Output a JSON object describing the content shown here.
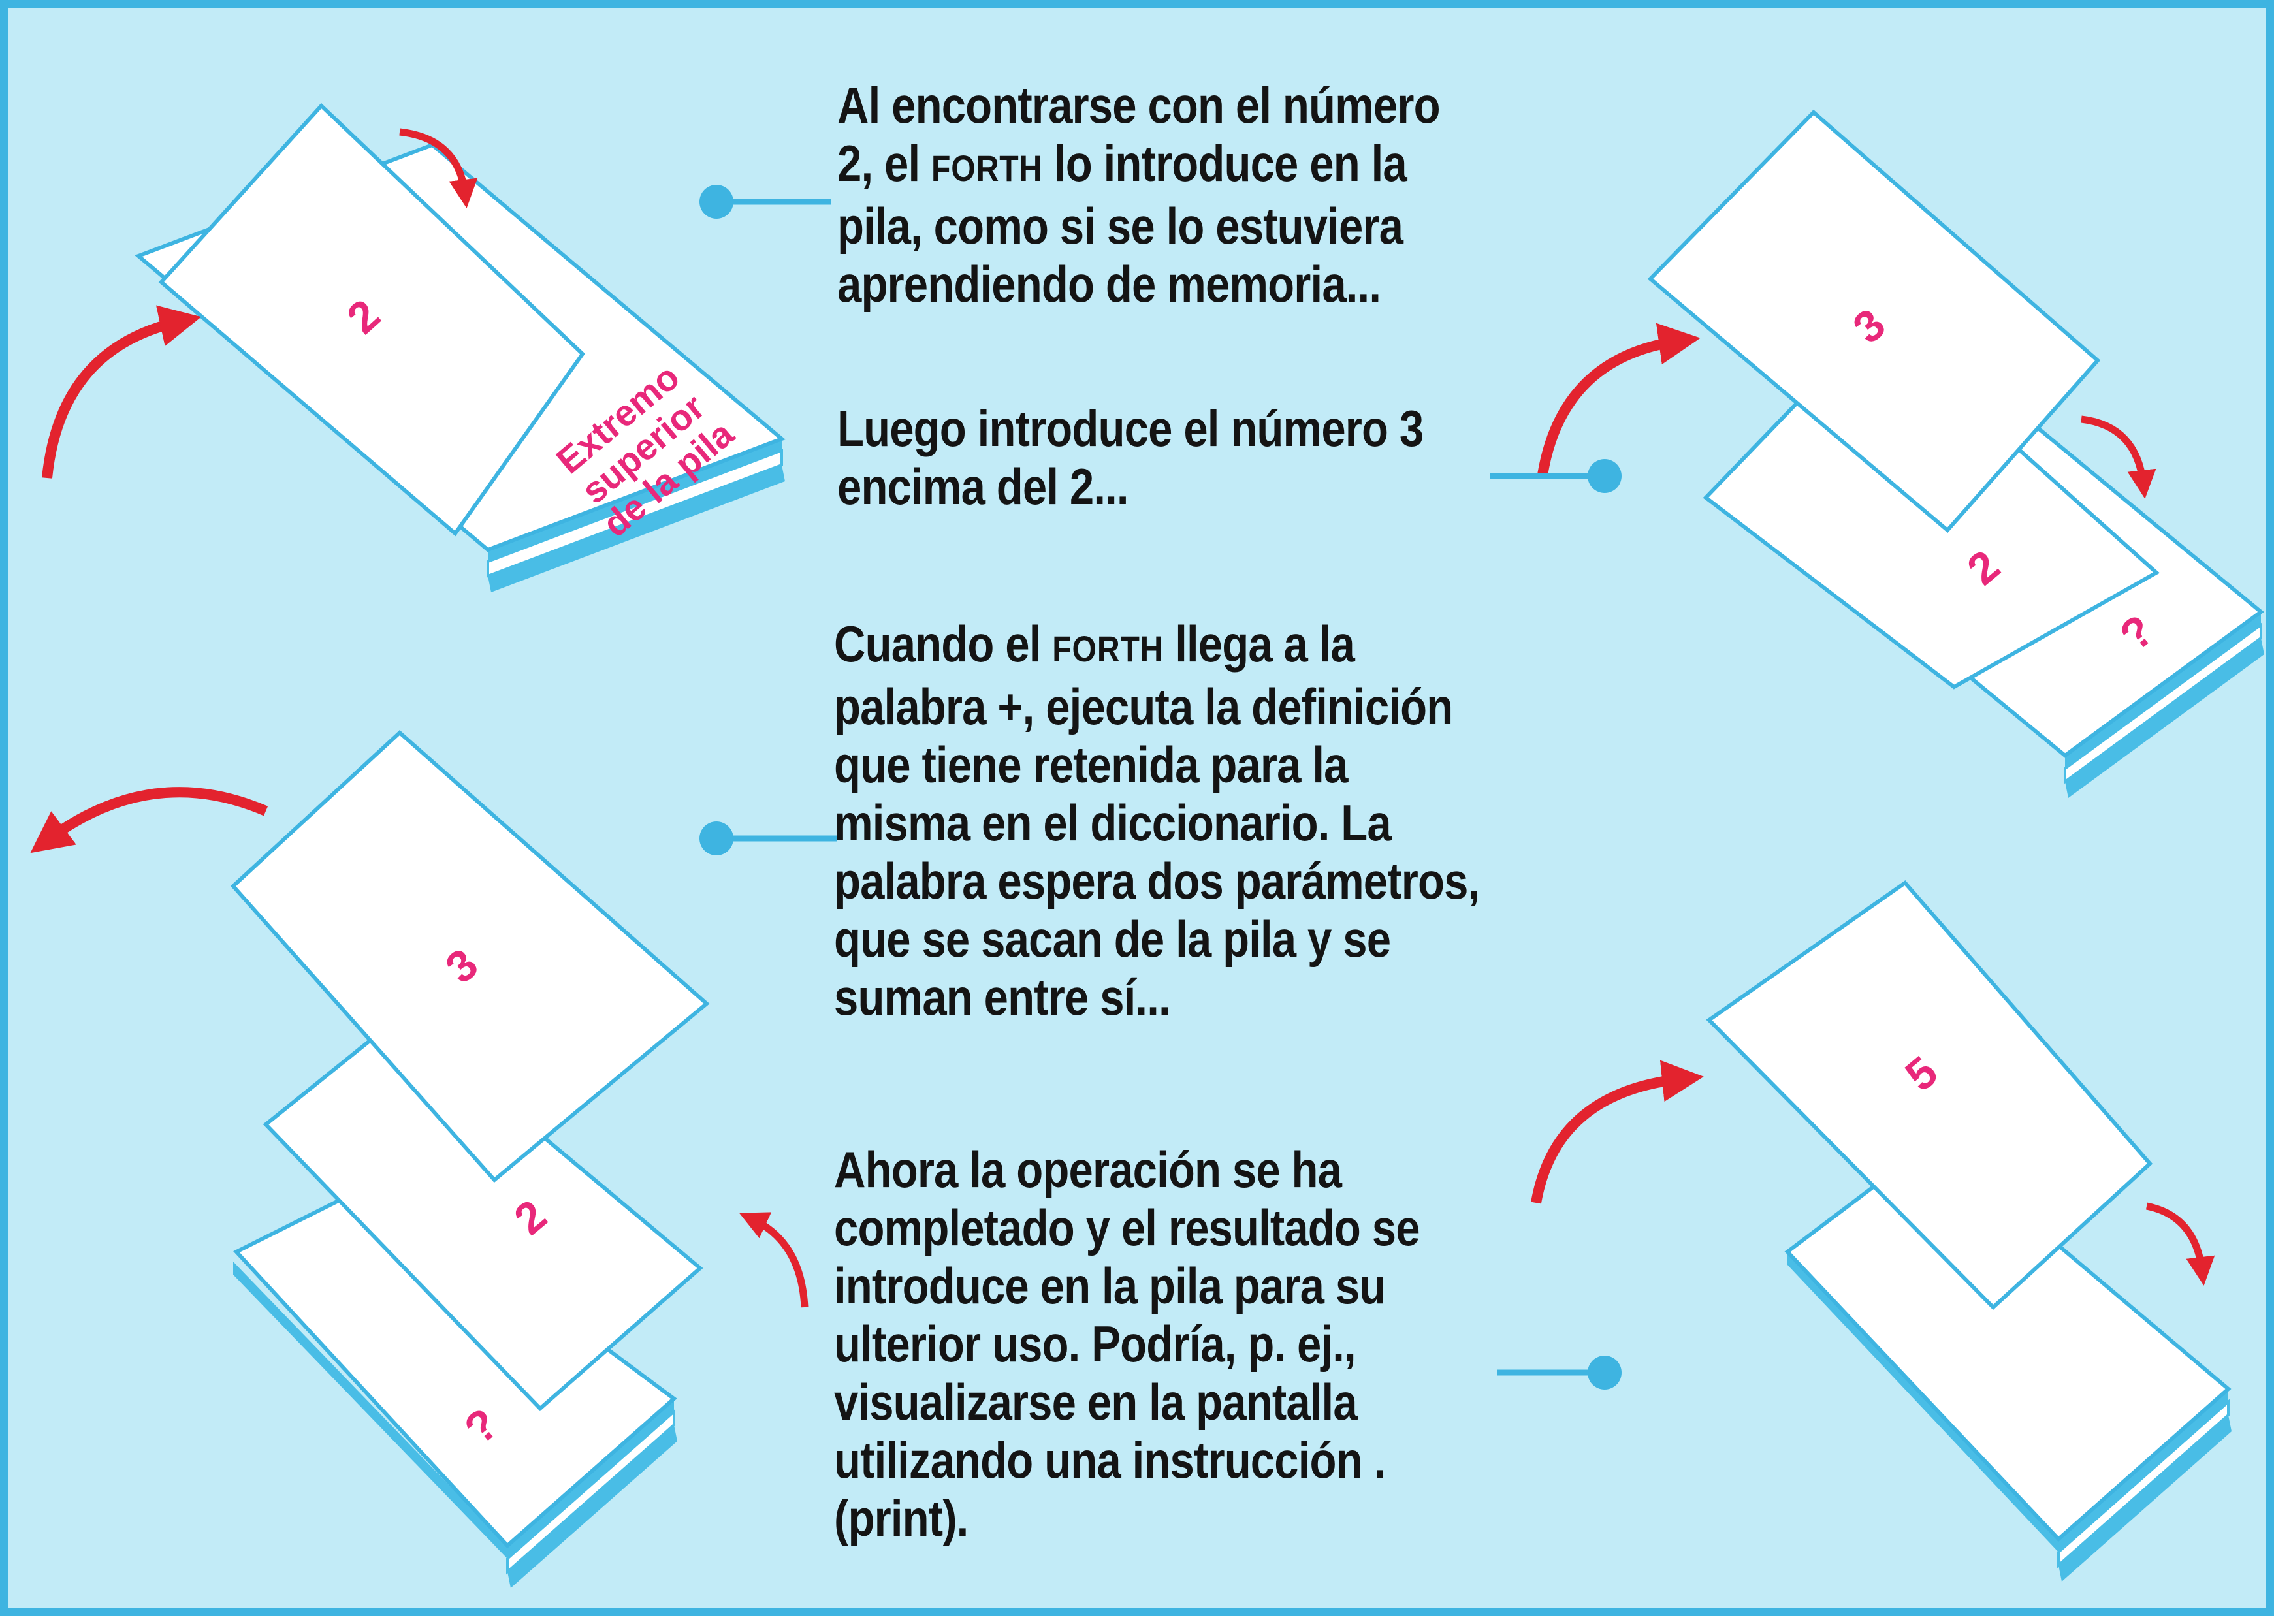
{
  "colors": {
    "background": "#c2ebf7",
    "frame": "#3eb4e1",
    "stack_edge": "#49bde6",
    "card": "#ffffff",
    "number": "#e8287a",
    "arrow": "#e3232e",
    "connector": "#3eb4e1",
    "text": "#141414"
  },
  "steps": [
    {
      "caption_parts": [
        "Al encontrarse con el número 2, el ",
        "FORTH",
        " lo introduce en la pila, como si se lo estuviera aprendiendo de memoria..."
      ],
      "cards": [
        "2"
      ],
      "stack_label": [
        "Extremo",
        "superior",
        "de la pila"
      ]
    },
    {
      "caption_parts": [
        "Luego introduce el número 3 encima del 2..."
      ],
      "cards": [
        "3",
        "2",
        "?"
      ]
    },
    {
      "caption_parts": [
        "Cuando el ",
        "FORTH",
        " llega a la palabra +, ejecuta la definición que tiene retenida para la misma en el diccionario. La palabra espera dos parámetros, que se sacan de la pila y se suman entre sí..."
      ],
      "cards": [
        "3",
        "2",
        "?"
      ]
    },
    {
      "caption_parts": [
        "Ahora la operación se ha completado y el resultado se introduce en la pila para su ulterior uso. Podría, p. ej., visualizarse en la pantalla utilizando una instrucción . (print)."
      ],
      "cards": [
        "5"
      ]
    }
  ]
}
